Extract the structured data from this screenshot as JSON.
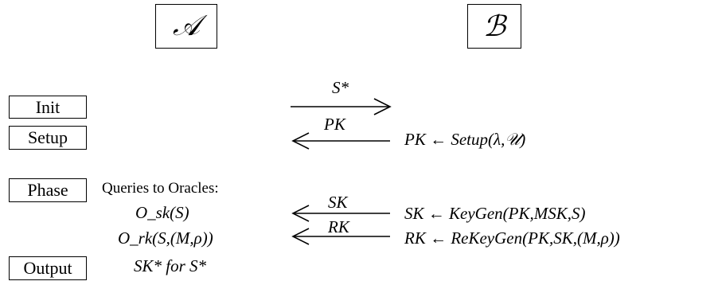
{
  "parties": {
    "left": "𝒜",
    "right": "ℬ"
  },
  "phases": [
    {
      "id": "init",
      "label": "Init"
    },
    {
      "id": "setup",
      "label": "Setup"
    },
    {
      "id": "phase",
      "label": "Phase"
    },
    {
      "id": "output",
      "label": "Output"
    }
  ],
  "messages": [
    {
      "id": "init-msg",
      "label": "S*",
      "direction": "right"
    },
    {
      "id": "setup-msg",
      "label": "PK",
      "direction": "left"
    },
    {
      "id": "sk-msg",
      "label": "SK",
      "direction": "left"
    },
    {
      "id": "rk-msg",
      "label": "RK",
      "direction": "left"
    }
  ],
  "left_notes": {
    "queries_title": "Queries to Oracles:",
    "osk": "O_sk(S)",
    "ork": "O_rk(S,(M,ρ))",
    "output": "SK* for S*"
  },
  "right_notes": {
    "setup": "PK ← Setup(λ,𝒰)",
    "keygen": "SK ← KeyGen(PK,MSK,S)",
    "rekeygen": "RK ← ReKeyGen(PK,SK,(M,ρ))"
  }
}
